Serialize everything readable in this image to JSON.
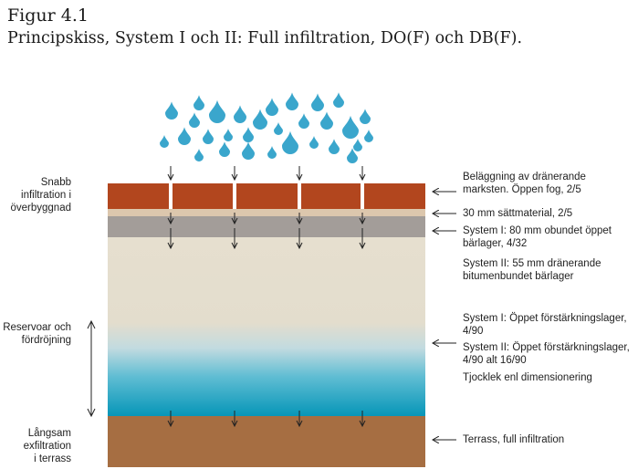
{
  "title": {
    "figure": "Figur 4.1",
    "caption": "Principskiss, System I och II: Full infiltration, DO(F) och DB(F)."
  },
  "left_labels": {
    "snabb": [
      "Snabb",
      "infiltration i",
      "överbyggnad"
    ],
    "reservoar": [
      "Reservoar och",
      "fördröjning"
    ],
    "langsam": [
      "Långsam",
      "exfiltration",
      "i terrass"
    ]
  },
  "right_labels": {
    "belaggning": [
      "Beläggning av dränerande",
      "marksten. Öppen fog, 2/5"
    ],
    "sattmaterial": [
      "30 mm sättmaterial, 2/5"
    ],
    "system1_barlager": [
      "System I: 80 mm obundet öppet",
      "bärlager, 4/32"
    ],
    "system2_barlager": [
      "System II: 55 mm dränerande",
      "bitumenbundet bärlager"
    ],
    "system1_forstarkning": [
      "System I: Öppet förstärkningslager,",
      "4/90"
    ],
    "system2_forstarkning": [
      "System II: Öppet förstärkningslager,",
      "4/90 alt 16/90"
    ],
    "tjocklek": [
      "Tjocklek enl dimensionering"
    ],
    "terrass": [
      "Terrass, full infiltration"
    ]
  },
  "colors": {
    "paver": "#b2461e",
    "bedding": "#dcc7ad",
    "base_course": "#a39d99",
    "subbase_top": "#e6dfcf",
    "water": "#0a9fc1",
    "subgrade": "#a66e42",
    "raindrop": "#3aa6cc"
  }
}
